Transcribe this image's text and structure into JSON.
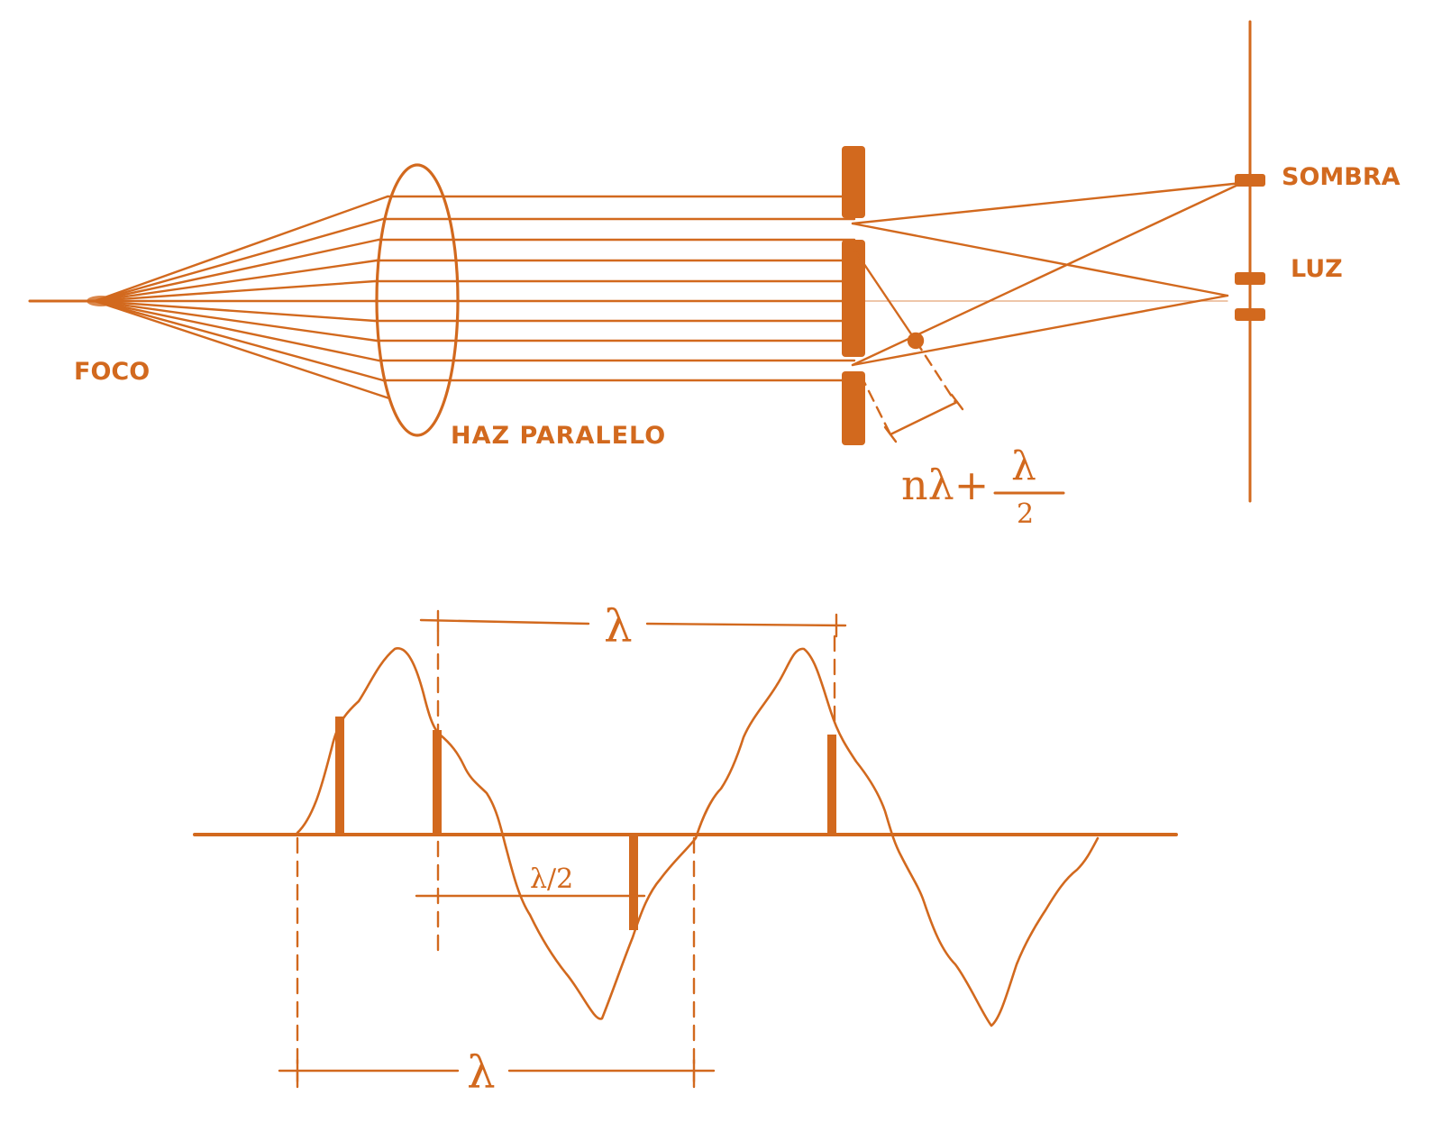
{
  "diagram": {
    "labels": {
      "focus": "FOCO",
      "parallel_beam": "HAZ PARALELO",
      "shadow": "SOMBRA",
      "light": "LUZ",
      "path_difference": {
        "main": "nλ+",
        "numerator": "λ",
        "denominator": "2"
      },
      "wavelength_top": "λ",
      "wavelength_bottom": "λ",
      "half_wavelength": "λ/2"
    },
    "colors": {
      "ink": "#D2691E",
      "background": "#FFFFFF"
    }
  }
}
